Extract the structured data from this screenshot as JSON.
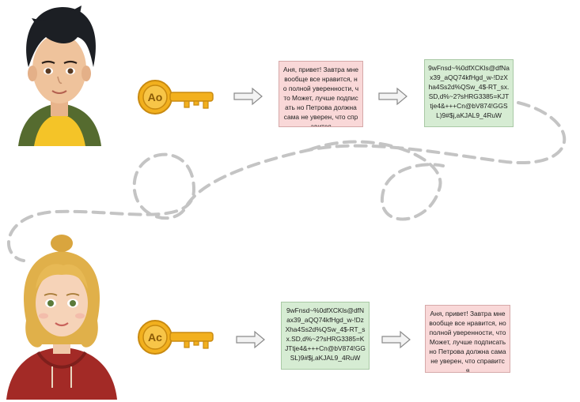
{
  "people": {
    "top": {
      "name": "boy-avatar"
    },
    "bottom": {
      "name": "girl-avatar"
    }
  },
  "keys": {
    "top_label": "Ao",
    "bottom_label": "Ac",
    "color": "#f2b01e"
  },
  "messages": {
    "plain_top": "Аня, привет! Завтра мне вообще все нравится, но полной уверенности, что Может, лучше подписать но Петрова должна сама не уверен, что справится",
    "cipher_top": "9wFnsd~%0dfXCKls@dfNax39_aQQ74kfHgd_w-!DzXha4Ss2d%QSw_4$-RT_sx.SD,d%~2?sHRG3385=KJTtje4&+++Cn@bV874!GGSL)9#$j,aKJAL9_4RuW",
    "cipher_bottom": "9wFnsd~%0dfXCKls@dfNax39_aQQ74kfHgd_w-!DzXha4Ss2d%QSw_4$-RT_sx.SD,d%~2?sHRG3385=KJTtje4&+++Cn@bV874!GGSL)9#$j,aKJAL9_4RuW",
    "plain_bottom": "Аня, привет! Завтра мне вообще все нравится, но полной уверенности, что Может, лучше подписать но Петрова должна сама не уверен, что справится"
  },
  "colors": {
    "plain_bg": "#f9d8d8",
    "cipher_bg": "#d6ecd3",
    "path": "#c4c4c4"
  }
}
